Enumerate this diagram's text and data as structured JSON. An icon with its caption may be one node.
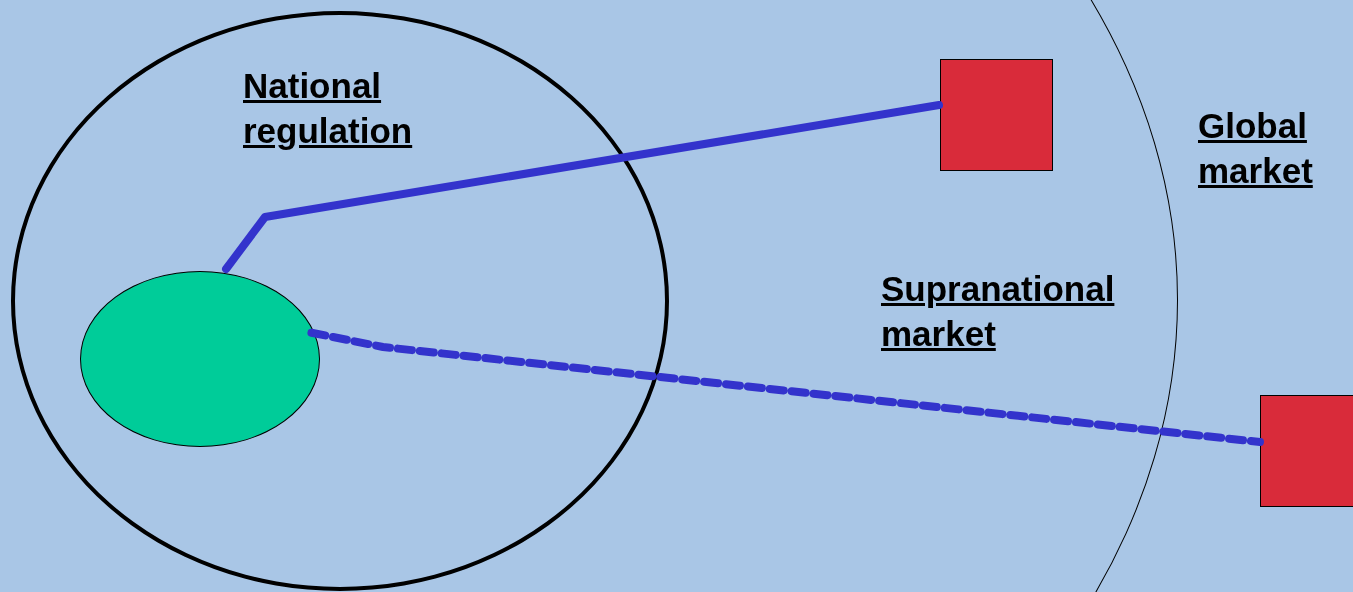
{
  "diagram": {
    "nodes": [
      {
        "text": [
          "Supranational market"
        ]
      },
      {
        "text": [
          "National regulation"
        ],
        "in": 0
      },
      {
        "text": [],
        "shape": "circle",
        "in": 1
      },
      {
        "text": [],
        "shape": "box",
        "in": 0
      },
      {
        "text": [],
        "shape": "box"
      }
    ],
    "edges": [
      {
        "from": 2,
        "to": 3,
        "arrow": "none",
        "color": "#3333cc"
      },
      {
        "from": 2,
        "to": 4,
        "arrow": "none",
        "style": "dashed",
        "color": "#3333cc"
      }
    ],
    "labels": [
      "Global market"
    ]
  }
}
